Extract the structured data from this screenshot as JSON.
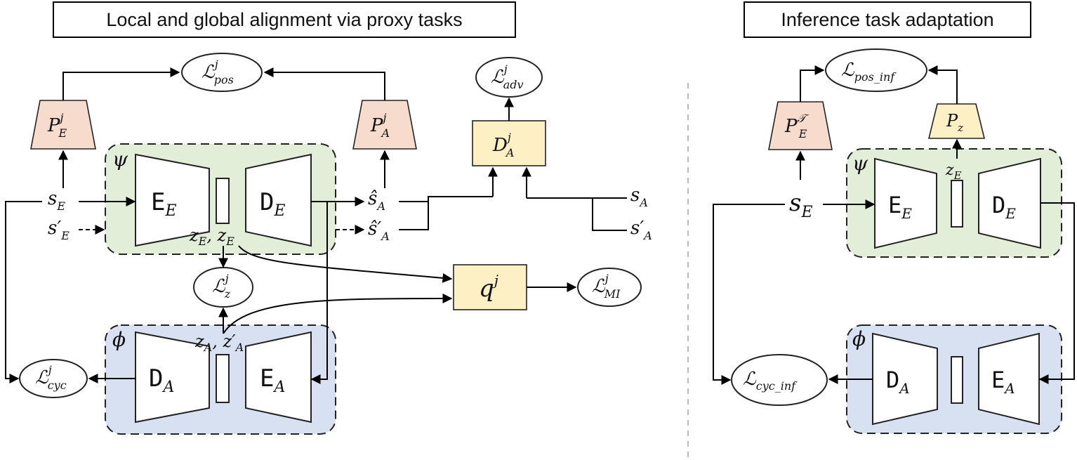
{
  "titles": {
    "left": "Local and global alignment via proxy tasks",
    "right": "Inference task adaptation"
  },
  "left": {
    "losses": {
      "pos": {
        "main": "ℒ",
        "sup": "j",
        "sub": "pos"
      },
      "adv": {
        "main": "ℒ",
        "sup": "j",
        "sub": "adv"
      },
      "z": {
        "main": "ℒ",
        "sup": "j",
        "sub": "z"
      },
      "mi": {
        "main": "ℒ",
        "sup": "j",
        "sub": "MI"
      },
      "cyc": {
        "main": "ℒ",
        "sup": "j",
        "sub": "cyc"
      }
    },
    "projectors": {
      "pe": {
        "main": "P",
        "sup": "j",
        "sub": "E"
      },
      "pa": {
        "main": "P",
        "sup": "j",
        "sub": "A"
      }
    },
    "discriminator": {
      "main": "D",
      "sup": "j",
      "sub": "A"
    },
    "mi_estimator": {
      "main": "q",
      "sup": "j"
    },
    "psi_label": "ψ",
    "phi_label": "ϕ",
    "encoder_e": {
      "main": "E",
      "sub": "E"
    },
    "decoder_e": {
      "main": "D",
      "sub": "E"
    },
    "decoder_a": {
      "main": "D",
      "sub": "A"
    },
    "encoder_a": {
      "main": "E",
      "sub": "A"
    },
    "z_e_label": {
      "a": "z",
      "a_sub": "E",
      "sep": ", ",
      "b": "z",
      "b_sub": "E"
    },
    "z_a_label": {
      "a": "z",
      "a_sub": "A",
      "sep": ", ",
      "b": "z′",
      "b_sub": "A"
    },
    "inputs": {
      "s_e": {
        "main": "s",
        "sub": "E"
      },
      "s_e_prime": {
        "main": "s′",
        "sub": "E"
      },
      "hat_s_a": {
        "main": "ŝ",
        "sub": "A"
      },
      "hat_s_a_prime": {
        "main": "ŝ′",
        "sub": "A"
      },
      "s_a": {
        "main": "s",
        "sub": "A"
      },
      "s_a_prime": {
        "main": "s′",
        "sub": "A"
      }
    }
  },
  "right": {
    "loss_pos_inf": {
      "main": "ℒ",
      "sub": "pos_inf"
    },
    "loss_cyc_inf": {
      "main": "ℒ",
      "sub": "cyc_inf"
    },
    "projector_pe": {
      "main": "P",
      "sup": "𝒯",
      "sub": "E"
    },
    "projector_pz": {
      "main": "P",
      "sub": "z"
    },
    "psi_label": "ψ",
    "phi_label": "ϕ",
    "encoder_e": {
      "main": "E",
      "sub": "E"
    },
    "decoder_e": {
      "main": "D",
      "sub": "E"
    },
    "decoder_a": {
      "main": "D",
      "sub": "A"
    },
    "encoder_a": {
      "main": "E",
      "sub": "A"
    },
    "z_e": {
      "main": "z",
      "sub": "E"
    },
    "s_e": {
      "main": "s",
      "sub": "E"
    }
  },
  "colors": {
    "psi_group": "#e2eed8",
    "phi_group": "#d8e1f1",
    "projector": "#f7dccd",
    "discriminator": "#fdf0c4"
  }
}
